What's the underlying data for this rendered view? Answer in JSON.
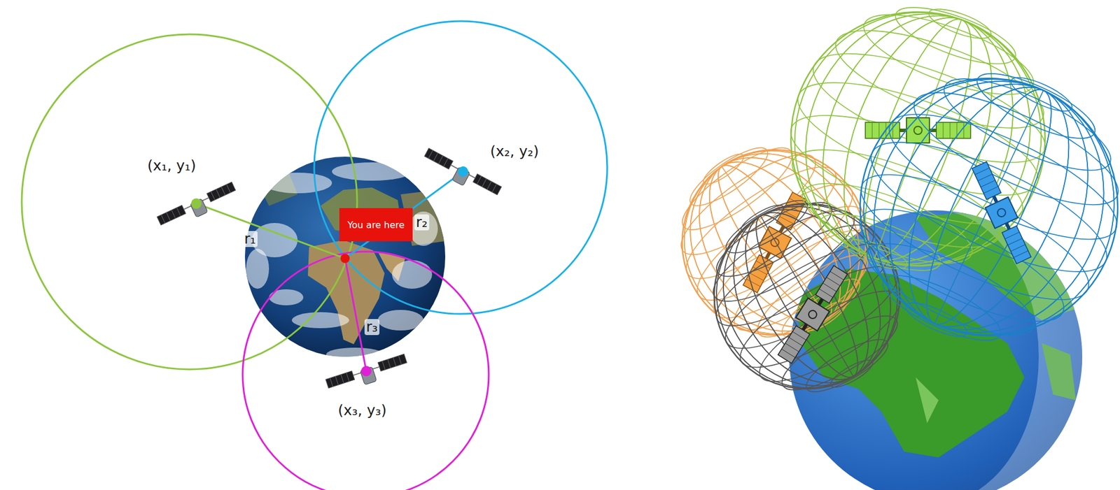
{
  "diagram": {
    "nodes": [
      {
        "text": [
          "You are here"
        ]
      }
    ],
    "labels": [
      "(x₁, y₁)",
      "(x₂, y₂)",
      "(x₃, y₃)",
      "r₁",
      "r₂",
      "r₃"
    ]
  }
}
